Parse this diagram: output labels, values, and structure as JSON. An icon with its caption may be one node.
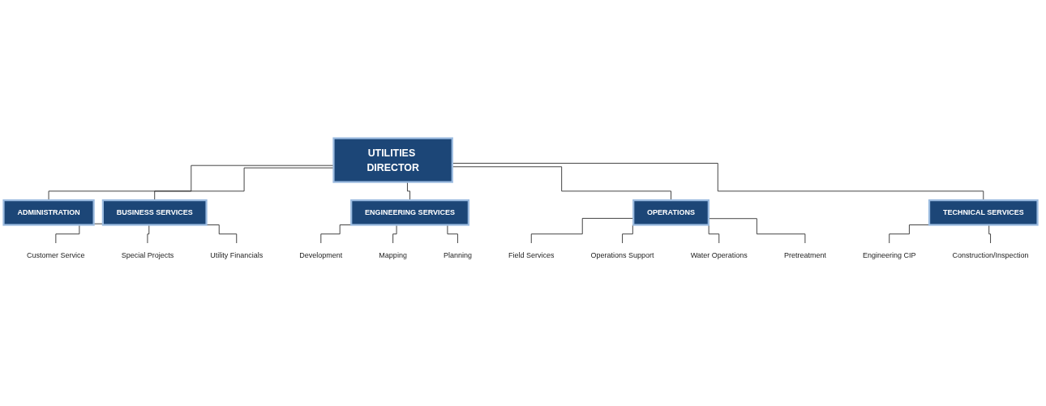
{
  "diagram": {
    "nodes": [
      {
        "text": [
          "UTILITIES DIRECTOR"
        ]
      },
      {
        "text": [
          "ADMINISTRATION"
        ]
      },
      {
        "text": [
          "BUSINESS SERVICES"
        ]
      },
      {
        "text": [
          "ENGINEERING SERVICES"
        ]
      },
      {
        "text": [
          "OPERATIONS"
        ]
      },
      {
        "text": [
          "TECHNICAL SERVICES"
        ]
      },
      {
        "text": [
          "Customer Service"
        ]
      },
      {
        "text": [
          "Special Projects"
        ]
      },
      {
        "text": [
          "Utility Financials"
        ]
      },
      {
        "text": [
          "Development"
        ]
      },
      {
        "text": [
          "Mapping"
        ]
      },
      {
        "text": [
          "Planning"
        ]
      },
      {
        "text": [
          "Field Services"
        ]
      },
      {
        "text": [
          "Operations Support"
        ]
      },
      {
        "text": [
          "Water Operations"
        ]
      },
      {
        "text": [
          "Pretreatment"
        ]
      },
      {
        "text": [
          "Engineering CIP"
        ]
      },
      {
        "text": [
          "Construction/Inspection"
        ]
      }
    ],
    "edges": [
      {
        "from": 0,
        "to": 1,
        "arrow": "none"
      },
      {
        "from": 0,
        "to": 2,
        "arrow": "none"
      },
      {
        "from": 0,
        "to": 3,
        "arrow": "none"
      },
      {
        "from": 0,
        "to": 4,
        "arrow": "none"
      },
      {
        "from": 0,
        "to": 5,
        "arrow": "none"
      },
      {
        "from": 2,
        "to": 6,
        "arrow": "none"
      },
      {
        "from": 2,
        "to": 7,
        "arrow": "none"
      },
      {
        "from": 2,
        "to": 8,
        "arrow": "none"
      },
      {
        "from": 3,
        "to": 9,
        "arrow": "none"
      },
      {
        "from": 3,
        "to": 10,
        "arrow": "none"
      },
      {
        "from": 3,
        "to": 11,
        "arrow": "none"
      },
      {
        "from": 4,
        "to": 12,
        "arrow": "none"
      },
      {
        "from": 4,
        "to": 13,
        "arrow": "none"
      },
      {
        "from": 4,
        "to": 14,
        "arrow": "none"
      },
      {
        "from": 4,
        "to": 15,
        "arrow": "none"
      },
      {
        "from": 5,
        "to": 16,
        "arrow": "none"
      },
      {
        "from": 5,
        "to": 17,
        "arrow": "none"
      }
    ]
  }
}
